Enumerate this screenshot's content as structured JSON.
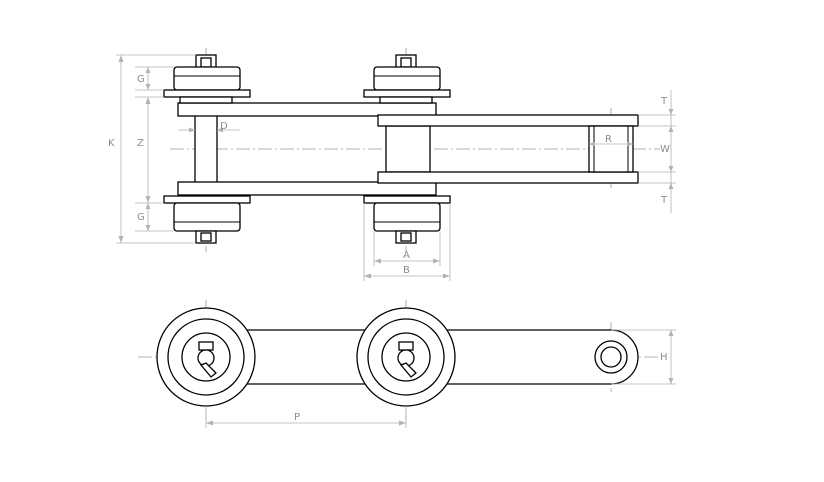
{
  "dimension_labels": {
    "G_top": "G",
    "G_bottom": "G",
    "K": "K",
    "Z": "Z",
    "D": "D",
    "A": "A",
    "B": "B",
    "R": "R",
    "W": "W",
    "T_top": "T",
    "T_bottom": "T",
    "H": "H",
    "P": "P"
  }
}
